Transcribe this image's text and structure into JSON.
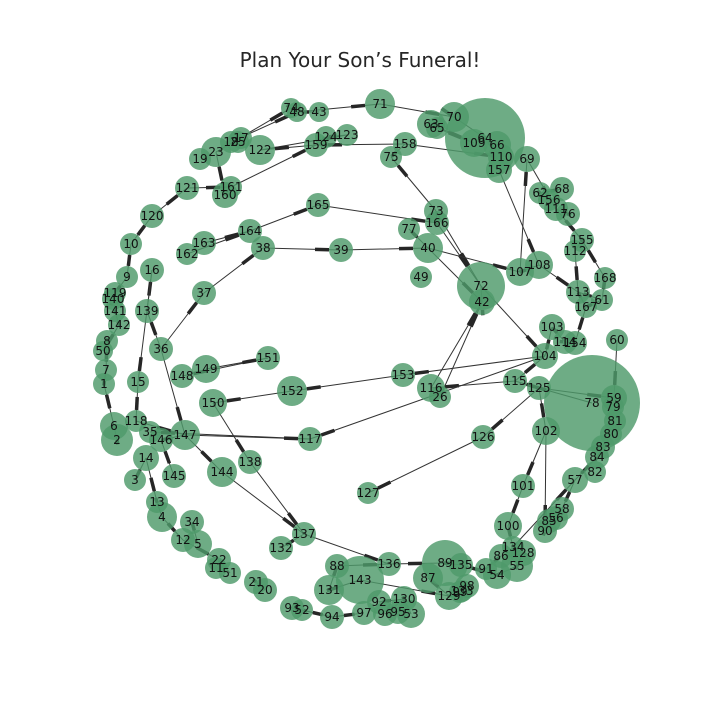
{
  "title": "Plan Your Son’s Funeral!",
  "nodes": [
    {
      "id": "1"
    },
    {
      "id": "2"
    },
    {
      "id": "3"
    },
    {
      "id": "4"
    },
    {
      "id": "5"
    },
    {
      "id": "6"
    },
    {
      "id": "7"
    },
    {
      "id": "8"
    },
    {
      "id": "9"
    },
    {
      "id": "10"
    },
    {
      "id": "11"
    },
    {
      "id": "12"
    },
    {
      "id": "13"
    },
    {
      "id": "14"
    },
    {
      "id": "15"
    },
    {
      "id": "16"
    },
    {
      "id": "17"
    },
    {
      "id": "18"
    },
    {
      "id": "19"
    },
    {
      "id": "20"
    },
    {
      "id": "21"
    },
    {
      "id": "22"
    },
    {
      "id": "23"
    },
    {
      "id": "25"
    },
    {
      "id": "26"
    },
    {
      "id": "34"
    },
    {
      "id": "35"
    },
    {
      "id": "36"
    },
    {
      "id": "37"
    },
    {
      "id": "38"
    },
    {
      "id": "39"
    },
    {
      "id": "40"
    },
    {
      "id": "42"
    },
    {
      "id": "43"
    },
    {
      "id": "48"
    },
    {
      "id": "49"
    },
    {
      "id": "50"
    },
    {
      "id": "51"
    },
    {
      "id": "52"
    },
    {
      "id": "53"
    },
    {
      "id": "54"
    },
    {
      "id": "55"
    },
    {
      "id": "56"
    },
    {
      "id": "57"
    },
    {
      "id": "58"
    },
    {
      "id": "59"
    },
    {
      "id": "60"
    },
    {
      "id": "61"
    },
    {
      "id": "62"
    },
    {
      "id": "63"
    },
    {
      "id": "64"
    },
    {
      "id": "65"
    },
    {
      "id": "66"
    },
    {
      "id": "68"
    },
    {
      "id": "69"
    },
    {
      "id": "70"
    },
    {
      "id": "71"
    },
    {
      "id": "72"
    },
    {
      "id": "73"
    },
    {
      "id": "74"
    },
    {
      "id": "75"
    },
    {
      "id": "76"
    },
    {
      "id": "77"
    },
    {
      "id": "78"
    },
    {
      "id": "79"
    },
    {
      "id": "80"
    },
    {
      "id": "81"
    },
    {
      "id": "82"
    },
    {
      "id": "83"
    },
    {
      "id": "84"
    },
    {
      "id": "85"
    },
    {
      "id": "86"
    },
    {
      "id": "87"
    },
    {
      "id": "88"
    },
    {
      "id": "89"
    },
    {
      "id": "90"
    },
    {
      "id": "91"
    },
    {
      "id": "92"
    },
    {
      "id": "93"
    },
    {
      "id": "94"
    },
    {
      "id": "95"
    },
    {
      "id": "96"
    },
    {
      "id": "97"
    },
    {
      "id": "98"
    },
    {
      "id": "99"
    },
    {
      "id": "100"
    },
    {
      "id": "101"
    },
    {
      "id": "102"
    },
    {
      "id": "103"
    },
    {
      "id": "104"
    },
    {
      "id": "107"
    },
    {
      "id": "108"
    },
    {
      "id": "109"
    },
    {
      "id": "110"
    },
    {
      "id": "111"
    },
    {
      "id": "112"
    },
    {
      "id": "113"
    },
    {
      "id": "114"
    },
    {
      "id": "115"
    },
    {
      "id": "116"
    },
    {
      "id": "117"
    },
    {
      "id": "118"
    },
    {
      "id": "119"
    },
    {
      "id": "120"
    },
    {
      "id": "121"
    },
    {
      "id": "122"
    },
    {
      "id": "123"
    },
    {
      "id": "124"
    },
    {
      "id": "125"
    },
    {
      "id": "126"
    },
    {
      "id": "127"
    },
    {
      "id": "128"
    },
    {
      "id": "129"
    },
    {
      "id": "130"
    },
    {
      "id": "131"
    },
    {
      "id": "132"
    },
    {
      "id": "133"
    },
    {
      "id": "134"
    },
    {
      "id": "135"
    },
    {
      "id": "136"
    },
    {
      "id": "137"
    },
    {
      "id": "138"
    },
    {
      "id": "139"
    },
    {
      "id": "140"
    },
    {
      "id": "141"
    },
    {
      "id": "142"
    },
    {
      "id": "143"
    },
    {
      "id": "144"
    },
    {
      "id": "145"
    },
    {
      "id": "146"
    },
    {
      "id": "147"
    },
    {
      "id": "148"
    },
    {
      "id": "149"
    },
    {
      "id": "150"
    },
    {
      "id": "151"
    },
    {
      "id": "152"
    },
    {
      "id": "153"
    },
    {
      "id": "154"
    },
    {
      "id": "155"
    },
    {
      "id": "156"
    },
    {
      "id": "157"
    },
    {
      "id": "158"
    },
    {
      "id": "159"
    },
    {
      "id": "160"
    },
    {
      "id": "161"
    },
    {
      "id": "162"
    },
    {
      "id": "163"
    },
    {
      "id": "164"
    },
    {
      "id": "165"
    },
    {
      "id": "166"
    },
    {
      "id": "167"
    },
    {
      "id": "168"
    }
  ],
  "edges": [
    [
      "71",
      "70"
    ],
    [
      "48",
      "43"
    ],
    [
      "74",
      "48"
    ],
    [
      "48",
      "71"
    ],
    [
      "122",
      "123"
    ],
    [
      "124",
      "123"
    ],
    [
      "159",
      "122"
    ],
    [
      "18",
      "48"
    ],
    [
      "23",
      "74"
    ],
    [
      "158",
      "110"
    ],
    [
      "158",
      "159"
    ],
    [
      "63",
      "109"
    ],
    [
      "64",
      "66"
    ],
    [
      "64",
      "110"
    ],
    [
      "157",
      "108"
    ],
    [
      "110",
      "157"
    ],
    [
      "62",
      "156"
    ],
    [
      "68",
      "62"
    ],
    [
      "69",
      "111"
    ],
    [
      "111",
      "155"
    ],
    [
      "155",
      "112"
    ],
    [
      "112",
      "113"
    ],
    [
      "113",
      "61"
    ],
    [
      "168",
      "61"
    ],
    [
      "167",
      "61"
    ],
    [
      "113",
      "167"
    ],
    [
      "108",
      "113"
    ],
    [
      "107",
      "108"
    ],
    [
      "107",
      "69"
    ],
    [
      "75",
      "158"
    ],
    [
      "73",
      "75"
    ],
    [
      "166",
      "73"
    ],
    [
      "166",
      "72"
    ],
    [
      "73",
      "72"
    ],
    [
      "77",
      "40"
    ],
    [
      "164",
      "165"
    ],
    [
      "165",
      "166"
    ],
    [
      "38",
      "39"
    ],
    [
      "39",
      "40"
    ],
    [
      "40",
      "107"
    ],
    [
      "40",
      "42"
    ],
    [
      "42",
      "72"
    ],
    [
      "72",
      "104"
    ],
    [
      "104",
      "103"
    ],
    [
      "103",
      "114"
    ],
    [
      "114",
      "154"
    ],
    [
      "154",
      "167"
    ],
    [
      "104",
      "153"
    ],
    [
      "153",
      "152"
    ],
    [
      "152",
      "150"
    ],
    [
      "151",
      "148"
    ],
    [
      "149",
      "151"
    ],
    [
      "116",
      "42"
    ],
    [
      "26",
      "42"
    ],
    [
      "115",
      "116"
    ],
    [
      "115",
      "104"
    ],
    [
      "125",
      "115"
    ],
    [
      "125",
      "102"
    ],
    [
      "102",
      "101"
    ],
    [
      "101",
      "100"
    ],
    [
      "100",
      "134"
    ],
    [
      "125",
      "59"
    ],
    [
      "125",
      "78"
    ],
    [
      "60",
      "59"
    ],
    [
      "126",
      "127"
    ],
    [
      "125",
      "126"
    ],
    [
      "104",
      "117"
    ],
    [
      "117",
      "35"
    ],
    [
      "147",
      "117"
    ],
    [
      "118",
      "147"
    ],
    [
      "36",
      "37"
    ],
    [
      "37",
      "38"
    ],
    [
      "36",
      "139"
    ],
    [
      "139",
      "16"
    ],
    [
      "16",
      "15"
    ],
    [
      "15",
      "118"
    ],
    [
      "10",
      "120"
    ],
    [
      "120",
      "121"
    ],
    [
      "121",
      "161"
    ],
    [
      "161",
      "159"
    ],
    [
      "160",
      "23"
    ],
    [
      "162",
      "164"
    ],
    [
      "163",
      "164"
    ],
    [
      "36",
      "147"
    ],
    [
      "146",
      "147"
    ],
    [
      "147",
      "144"
    ],
    [
      "144",
      "137"
    ],
    [
      "137",
      "136"
    ],
    [
      "136",
      "89"
    ],
    [
      "89",
      "135"
    ],
    [
      "135",
      "54"
    ],
    [
      "54",
      "55"
    ],
    [
      "55",
      "128"
    ],
    [
      "128",
      "134"
    ],
    [
      "134",
      "57"
    ],
    [
      "57",
      "84"
    ],
    [
      "84",
      "83"
    ],
    [
      "83",
      "80"
    ],
    [
      "88",
      "136"
    ],
    [
      "88",
      "131"
    ],
    [
      "131",
      "143"
    ],
    [
      "143",
      "129"
    ],
    [
      "129",
      "133"
    ],
    [
      "133",
      "99"
    ],
    [
      "99",
      "98"
    ],
    [
      "92",
      "130"
    ],
    [
      "130",
      "53"
    ],
    [
      "96",
      "130"
    ],
    [
      "97",
      "94"
    ],
    [
      "94",
      "52"
    ],
    [
      "52",
      "93"
    ],
    [
      "132",
      "137"
    ],
    [
      "138",
      "137"
    ],
    [
      "150",
      "138"
    ],
    [
      "145",
      "146"
    ],
    [
      "34",
      "5"
    ],
    [
      "4",
      "12"
    ],
    [
      "12",
      "22"
    ],
    [
      "22",
      "51"
    ],
    [
      "21",
      "20"
    ],
    [
      "14",
      "13"
    ],
    [
      "13",
      "4"
    ],
    [
      "3",
      "14"
    ],
    [
      "2",
      "6"
    ],
    [
      "6",
      "1"
    ],
    [
      "1",
      "7"
    ],
    [
      "7",
      "8"
    ],
    [
      "8",
      "50"
    ],
    [
      "50",
      "142"
    ],
    [
      "142",
      "141"
    ],
    [
      "141",
      "140"
    ],
    [
      "140",
      "119"
    ],
    [
      "119",
      "9"
    ],
    [
      "9",
      "10"
    ],
    [
      "87",
      "129"
    ],
    [
      "86",
      "91"
    ],
    [
      "90",
      "85"
    ],
    [
      "85",
      "56"
    ],
    [
      "56",
      "58"
    ],
    [
      "58",
      "57"
    ],
    [
      "76",
      "111"
    ],
    [
      "65",
      "109"
    ],
    [
      "70",
      "64"
    ],
    [
      "102",
      "90"
    ],
    [
      "168",
      "155"
    ]
  ]
}
